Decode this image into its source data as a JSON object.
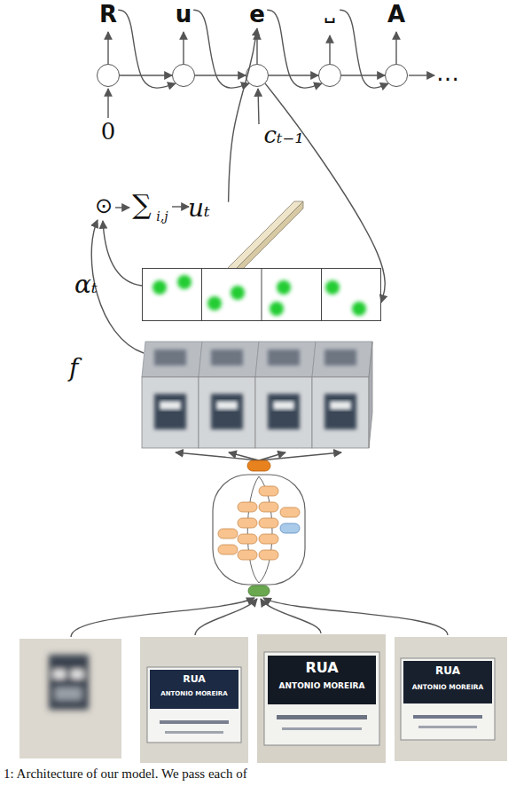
{
  "diagram": {
    "caption": "1: Architecture of our model. We pass each of",
    "nodes": [
      {
        "text": [
          "R"
        ]
      },
      {
        "text": [
          "u"
        ]
      },
      {
        "text": [
          "e"
        ]
      },
      {
        "text": [
          "␣"
        ]
      },
      {
        "text": [
          "A"
        ]
      },
      {
        "text": [
          "uₜ"
        ]
      },
      {
        "text": [
          "αₜ"
        ]
      },
      {
        "text": [
          "f"
        ]
      }
    ],
    "edges": [
      {
        "from": 0,
        "to": 1,
        "arrow": "to"
      },
      {
        "from": 1,
        "to": 2,
        "arrow": "to"
      },
      {
        "from": 2,
        "to": 3,
        "arrow": "to"
      },
      {
        "from": 3,
        "to": 4,
        "arrow": "to"
      },
      {
        "from": 0,
        "to": 1,
        "arrow": "to"
      },
      {
        "from": 1,
        "to": 2,
        "arrow": "to"
      },
      {
        "from": 2,
        "to": 3,
        "arrow": "to"
      },
      {
        "from": 3,
        "to": 4,
        "arrow": "to"
      },
      {
        "from": 2,
        "to": 6,
        "arrow": "to"
      },
      {
        "from": 5,
        "to": 2,
        "arrow": "to"
      }
    ],
    "labels": [
      "…",
      "0",
      "cₜ₋₁",
      "⊙",
      "∑",
      "i,j",
      "RUA",
      "ANTONIO MOREIRA",
      "RUA",
      "ANTONIO MOREIRA",
      "RUA",
      "ANTONIO MOREIRA"
    ]
  }
}
